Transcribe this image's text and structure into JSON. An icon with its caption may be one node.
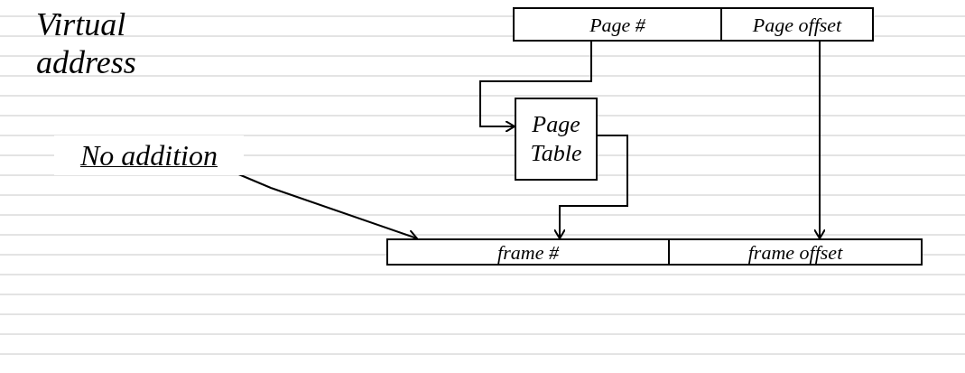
{
  "diagram": {
    "nodes": [
      {
        "text": [
          "Page #"
        ]
      },
      {
        "text": [
          "Page offset"
        ]
      },
      {
        "text": [
          "Page Table"
        ]
      },
      {
        "text": [
          "frame #"
        ]
      },
      {
        "text": [
          "frame offset"
        ]
      },
      {
        "text": [
          "No addition"
        ]
      }
    ],
    "edges": [
      {
        "from": 0,
        "to": 2,
        "arrow": "to"
      },
      {
        "from": 2,
        "to": 3,
        "arrow": "to"
      },
      {
        "from": 1,
        "to": 4,
        "arrow": "to"
      },
      {
        "from": 5,
        "to": 3,
        "arrow": "to"
      }
    ],
    "labels": [
      "Virtual address"
    ]
  }
}
